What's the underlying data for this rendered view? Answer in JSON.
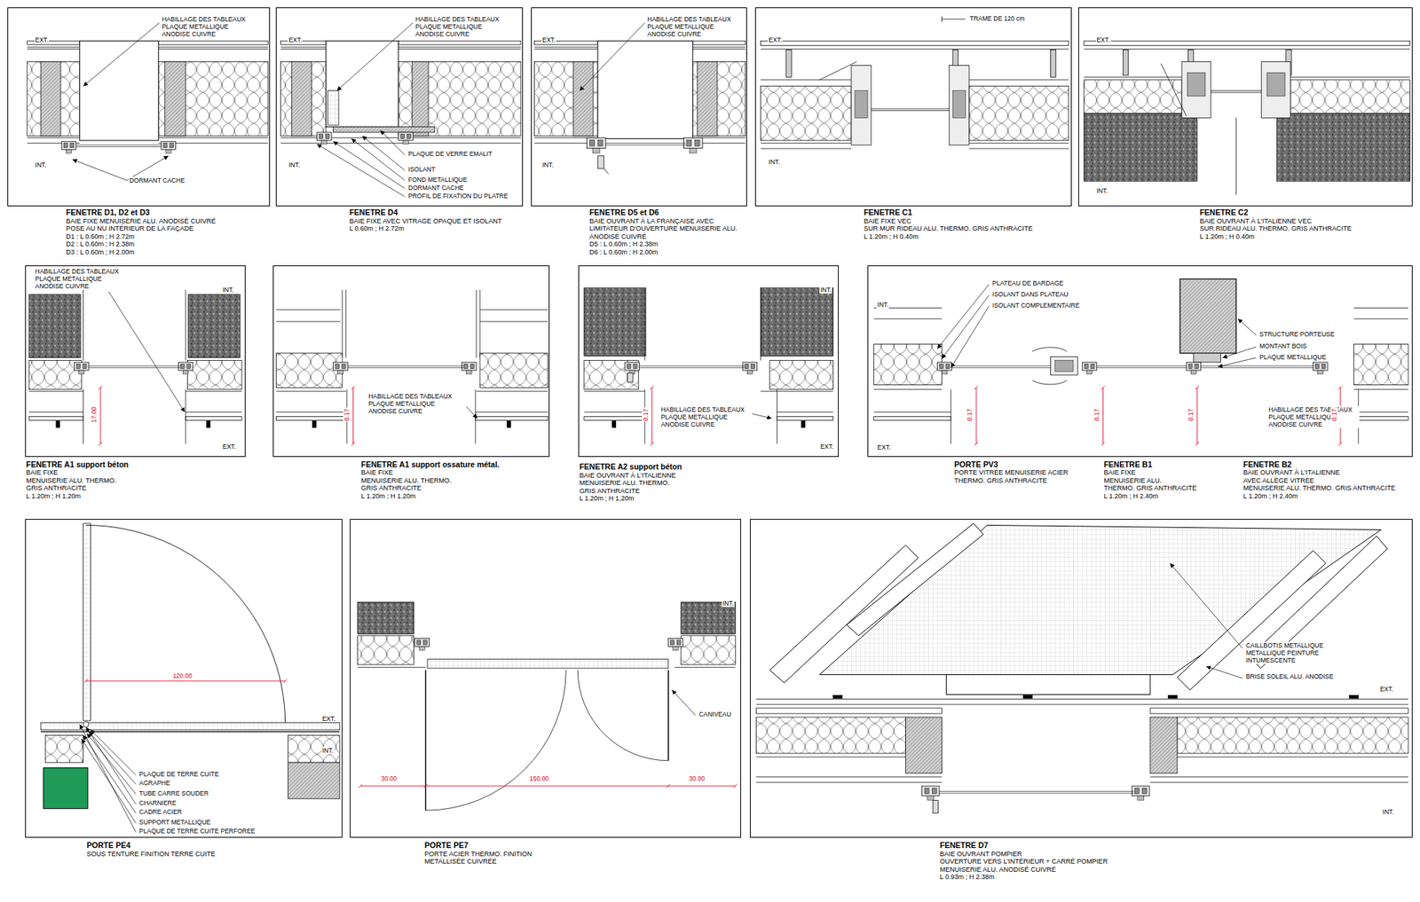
{
  "diagram": {
    "nodes": [
      {
        "text": [
          "FENETRE D1, D2 et D3",
          "BAIE FIXE MENUISERIE ALU. ANODISÉ CUIVRÉ",
          "POSE AU NU INTÉRIEUR DE LA FAÇADE",
          "D1 : L 0.60m ; H 2.72m",
          "D2 : L 0.60m ; H 2.38m",
          "D3 : L 0.60m ; H 2.00m"
        ]
      },
      {
        "text": [
          "FENETRE D4",
          "BAIE FIXE AVEC VITRAGE OPAQUE ET ISOLANT",
          "L 0.60m ; H 2.72m"
        ]
      },
      {
        "text": [
          "FENETRE D5 et D6",
          "BAIE OUVRANT À LA FRANÇAISE AVEC",
          "LIMITATEUR D'OUVERTURE MENUISERIE ALU.",
          "ANODISÉ CUIVRÉ",
          "D5 : L 0.60m ; H 2.38m",
          "D6 : L 0.60m ; H 2.00m"
        ]
      },
      {
        "text": [
          "FENETRE C1",
          "BAIE FIXE VEC",
          "SUR MUR RIDEAU ALU. THERMO. GRIS ANTHRACITE",
          "L 1.20m ; H 0.40m"
        ]
      },
      {
        "text": [
          "FENETRE C2",
          "BAIE OUVRANT À L'ITALIENNE VEC",
          "SUR RIDEAU ALU. THERMO. GRIS ANTHRACITE",
          "L 1.20m ; H 0.40m"
        ]
      },
      {
        "text": [
          "FENETRE A1 support béton",
          "BAIE FIXE",
          "MENUISERIE ALU. THERMO.",
          "GRIS ANTHRACITE",
          "L 1.20m ; H 1.20m"
        ]
      },
      {
        "text": [
          "FENETRE A1 support ossature métal.",
          "BAIE FIXE",
          "MENUISERIE ALU. THERMO.",
          "GRIS ANTHRACITE",
          "L 1.20m ; H 1.20m"
        ]
      },
      {
        "text": [
          "FENETRE A2 support béton",
          "BAIE OUVRANT À L'ITALIENNE",
          "MENUISERIE ALU. THERMO.",
          "GRIS ANTHRACITE",
          "L 1.20m ; H 1,20m"
        ]
      },
      {
        "text": [
          "PORTE PV3",
          "PORTE VITRÉE MENUISERIE ACIER",
          "THERMO. GRIS ANTHRACITE",
          "FENETRE B1",
          "BAIE FIXE",
          "MENUISERIE ALU.",
          "THERMO. GRIS ANTHRACITE",
          "L 1.20m ; H 2.40m",
          "FENETRE B2",
          "BAIE OUVRANT À L'ITALIENNE",
          "AVEC ALLÈGE VITRÉE",
          "MENUISERIE ALU. THERMO. GRIS ANTHRACITE",
          "L 1.20m ; H 2.40m"
        ]
      },
      {
        "text": [
          "PORTE PE4",
          "SOUS TENTURE FINITION TERRE CUITE"
        ]
      },
      {
        "text": [
          "PORTE PE7",
          "PORTE ACIER THERMO. FINITION",
          "METALLISÉE CUIVRÉE"
        ]
      },
      {
        "text": [
          "FENETRE D7",
          "BAIE OUVRANT POMPIER",
          "OUVERTURE VERS L'INTÉRIEUR + CARRÉ POMPIER",
          "MENUISERIE ALU. ANODISÉ CUIVRÉ",
          "L 0.93m ; H 2.38m"
        ]
      }
    ],
    "labels": [
      "EXT.",
      "HABILLAGE DES TABLEAUX PLAQUE METALLIQUE ANODISE CUIVRE",
      "INT.",
      "DORMANT CACHE",
      "EXT.",
      "HABILLAGE DES TABLEAUX PLAQUE METALLIQUE ANODISE CUIVRE",
      "INT.",
      "PLAQUE DE VERRE EMALIT",
      "ISOLANT",
      "FOND METALLIQUE",
      "DORMANT CACHE",
      "PROFIL DE FIXATION DU PLATRE",
      "EXT.",
      "HABILLAGE DES TABLEAUX PLAQUE METALLIQUE ANODISE CUIVRE",
      "INT.",
      "TRAME DE 120 cm",
      "EXT.",
      "INT.",
      "EXT.",
      "INT.",
      "HABILLAGE DES TABLEAUX PLAQUE METALLIQUE ANODISE CUIVRE",
      "INT.",
      "17.00",
      "EXT.",
      "HABILLAGE DES TABLEAUX PLAQUE METALLIQUE ANODISE CUIVRE",
      "0.17",
      "INT.",
      "0.17",
      "HABILLAGE DES TABLEAUX PLAQUE METALLIQUE ANODISE CUIVRE",
      "EXT.",
      "INT.",
      "PLATEAU DE BARDAGE",
      "ISOLANT DANS PLATEAU",
      "ISOLANT COMPLEMENTAIRE",
      "0.17",
      "0.17",
      "STRUCTURE PORTEUSE",
      "MONTANT BOIS",
      "PLAQUE METALLIQUE",
      "0.17",
      "HABILLAGE DES TABLEAUX PLAQUE METALLIQUE ANODISE CUIVRE",
      "0.17",
      "EXT.",
      "120.00",
      "EXT.",
      "PLAQUE DE TERRE CUITE",
      "AGRAPHE",
      "TUBE CARRE SOUDER",
      "CHARNIERE",
      "CADRE ACIER",
      "SUPPORT METALLIQUE",
      "PLAQUE DE TERRE CUITE PERFOREE",
      "INT.",
      "INT.",
      "CANIVEAU",
      "30.00",
      "150.00",
      "30.00",
      "CAILLBOTIS METALLIQUE METALLIQUE PEINTURE INTUMESCENTE",
      "BRISE SOLEIL ALU. ANODISE",
      "EXT.",
      "INT."
    ]
  }
}
